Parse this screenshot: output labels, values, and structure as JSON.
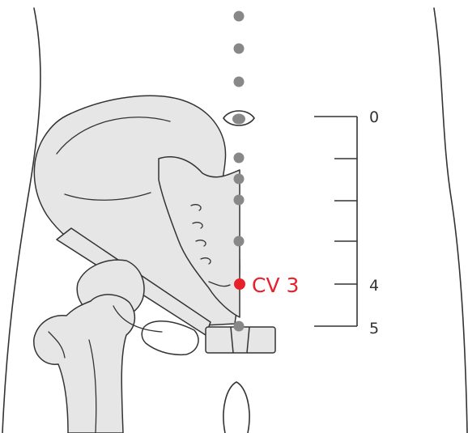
{
  "point": {
    "label": "CV 3",
    "color": "#e8202a"
  },
  "scale": {
    "ticks": [
      {
        "label": "0"
      },
      {
        "label": ""
      },
      {
        "label": ""
      },
      {
        "label": ""
      },
      {
        "label": "4"
      },
      {
        "label": "5"
      }
    ],
    "color": "#333333"
  },
  "colors": {
    "outline": "#333333",
    "bone_fill": "#e6e6e6",
    "dot": "#888888",
    "navel": "#888888"
  },
  "icons": {
    "navel": "navel-icon",
    "acupoint": "acupoint-dot-icon"
  }
}
